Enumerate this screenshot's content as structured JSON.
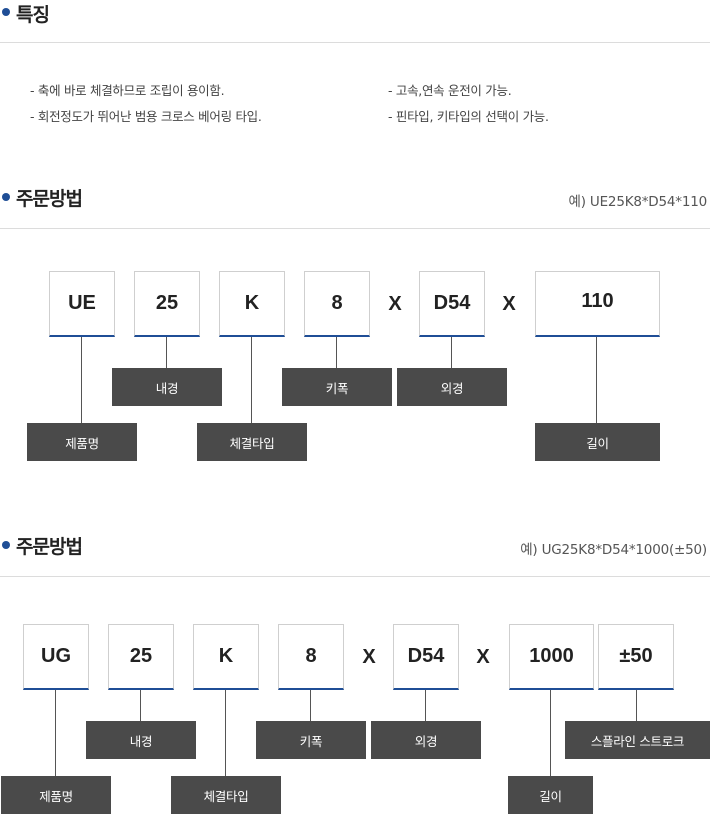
{
  "features": {
    "title": "특징",
    "items_left": [
      "- 축에 바로 체결하므로 조립이 용이함.",
      "- 회전정도가 뛰어난 범용 크로스 베어링 타입."
    ],
    "items_right": [
      "- 고속,연속 운전이 가능.",
      "- 핀타입, 키타입의 선택이 가능."
    ]
  },
  "order1": {
    "title": "주문방법",
    "example": "예) UE25K8*D54*110",
    "boxes": [
      "UE",
      "25",
      "K",
      "8",
      "D54",
      "110"
    ],
    "separators": [
      "X",
      "X"
    ],
    "labels": {
      "product": "제품명",
      "inner_diameter": "내경",
      "fastening_type": "체결타입",
      "key_width": "키폭",
      "outer_diameter": "외경",
      "length": "길이"
    }
  },
  "order2": {
    "title": "주문방법",
    "example": "예) UG25K8*D54*1000(±50)",
    "boxes": [
      "UG",
      "25",
      "K",
      "8",
      "D54",
      "1000",
      "±50"
    ],
    "separators": [
      "X",
      "X"
    ],
    "labels": {
      "product": "제품명",
      "inner_diameter": "내경",
      "fastening_type": "체결타입",
      "key_width": "키폭",
      "outer_diameter": "외경",
      "length": "길이",
      "spline_stroke": "스플라인 스트로크"
    }
  },
  "colors": {
    "accent": "#1f4e96",
    "label_bg": "#4a4a4a",
    "divider": "#dcdcdc"
  }
}
